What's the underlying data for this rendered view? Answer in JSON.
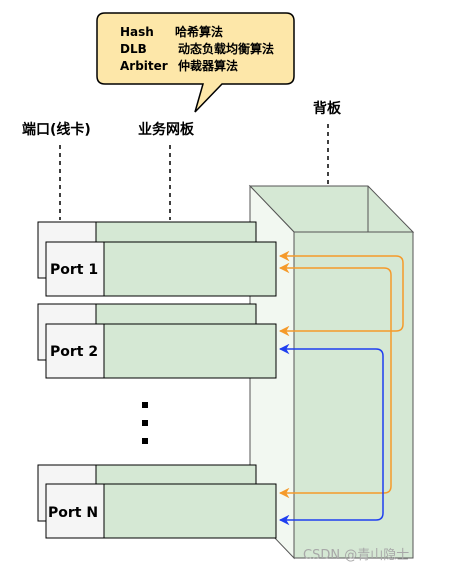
{
  "callout": {
    "rows": [
      {
        "key": "Hash",
        "value": "哈希算法"
      },
      {
        "key": "DLB",
        "value": "动态负载均衡算法"
      },
      {
        "key": "Arbiter",
        "value": "仲裁器算法"
      }
    ]
  },
  "labels": {
    "port_line_card": "端口(线卡)",
    "service_board": "业务网板",
    "backplane": "背板"
  },
  "ports": [
    {
      "label": "Port 1"
    },
    {
      "label": "Port 2"
    },
    {
      "label": "Port N"
    }
  ],
  "ellipsis": "⋮",
  "watermark": "CSDN @青山隐士",
  "colors": {
    "callout_fill": "#fde7a9",
    "board_fill": "#d5e8d4",
    "port_fill": "#f5f5f5",
    "orange": "#f59a2a",
    "blue": "#1f3ff0"
  }
}
